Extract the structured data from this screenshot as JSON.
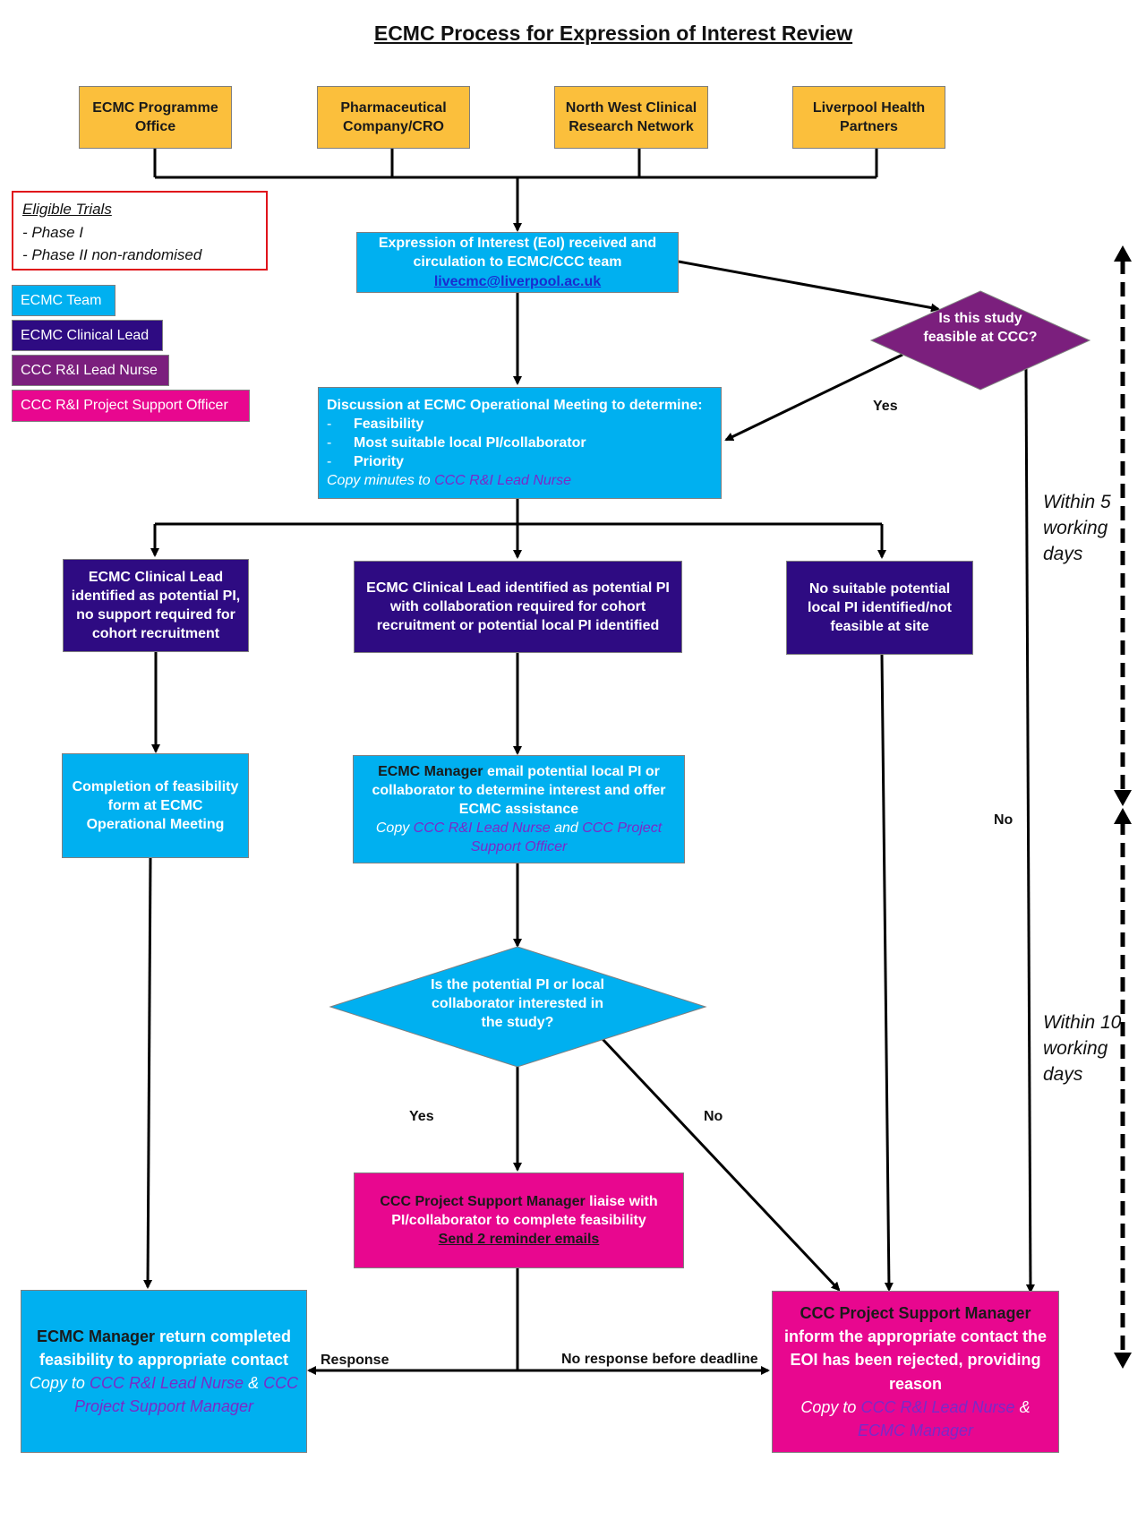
{
  "title": "ECMC Process for Expression of Interest Review",
  "sources": [
    "ECMC Programme Office",
    "Pharmaceutical Company/CRO",
    "North West Clinical Research Network",
    "Liverpool Health Partners"
  ],
  "eligible": {
    "heading": "Eligible Trials",
    "items": [
      "- Phase I",
      "- Phase II non-randomised"
    ]
  },
  "legend": [
    {
      "label": "ECMC Team",
      "color": "#00b0f0"
    },
    {
      "label": "ECMC Clinical Lead",
      "color": "#2e0b82"
    },
    {
      "label": "CCC R&I Lead Nurse",
      "color": "#7b1f7d"
    },
    {
      "label": "CCC R&I Project Support Officer",
      "color": "#e8078f"
    }
  ],
  "eoi": {
    "text": "Expression of Interest (EoI) received and circulation to ECMC/CCC team",
    "email": "livecmc@liverpool.ac.uk"
  },
  "feasible_q": "Is this study feasible at CCC?",
  "discussion": {
    "heading": "Discussion at ECMC Operational Meeting to determine:",
    "items": [
      "Feasibility",
      "Most suitable local PI/collaborator",
      "Priority"
    ],
    "copy_prefix": "Copy minutes to",
    "copy_target": "CCC R&I Lead Nurse"
  },
  "branch_left": "ECMC Clinical Lead identified as potential PI, no support required for cohort recruitment",
  "branch_mid": "ECMC Clinical Lead identified as potential PI with collaboration required for cohort recruitment or potential local PI identified",
  "branch_right": "No suitable potential local PI identified/not feasible at site",
  "completion": "Completion of feasibility form at ECMC Operational Meeting",
  "manager_email": {
    "role": "ECMC Manager",
    "text": "email potential local PI or collaborator to determine interest and offer ECMC assistance",
    "copy": "Copy",
    "t1": "CCC R&I Lead Nurse",
    "and": "and",
    "t2": "CCC Project Support Officer"
  },
  "interest_q": "Is the potential PI or local collaborator interested in the study?",
  "liaise": {
    "role": "CCC Project Support Manager",
    "text": "liaise with PI/collaborator to complete feasibility",
    "reminder": "Send 2 reminder emails"
  },
  "return_box": {
    "role": "ECMC Manager",
    "text": "return completed feasibility to appropriate contact",
    "copy": "Copy to",
    "t1": "CCC R&I Lead Nurse",
    "amp": "&",
    "t2": "CCC Project Support Manager"
  },
  "reject_box": {
    "role": "CCC Project Support Manager",
    "text": "inform the appropriate contact the EOI has been rejected, providing reason",
    "copy": "Copy to",
    "t1": "CCC R&I Lead Nurse",
    "amp": "&",
    "t2": "ECMC Manager"
  },
  "labels": {
    "yes": "Yes",
    "no": "No",
    "response": "Response",
    "no_response": "No response before deadline"
  },
  "timeline": {
    "five": "Within 5 working days",
    "ten": "Within 10 working days"
  }
}
